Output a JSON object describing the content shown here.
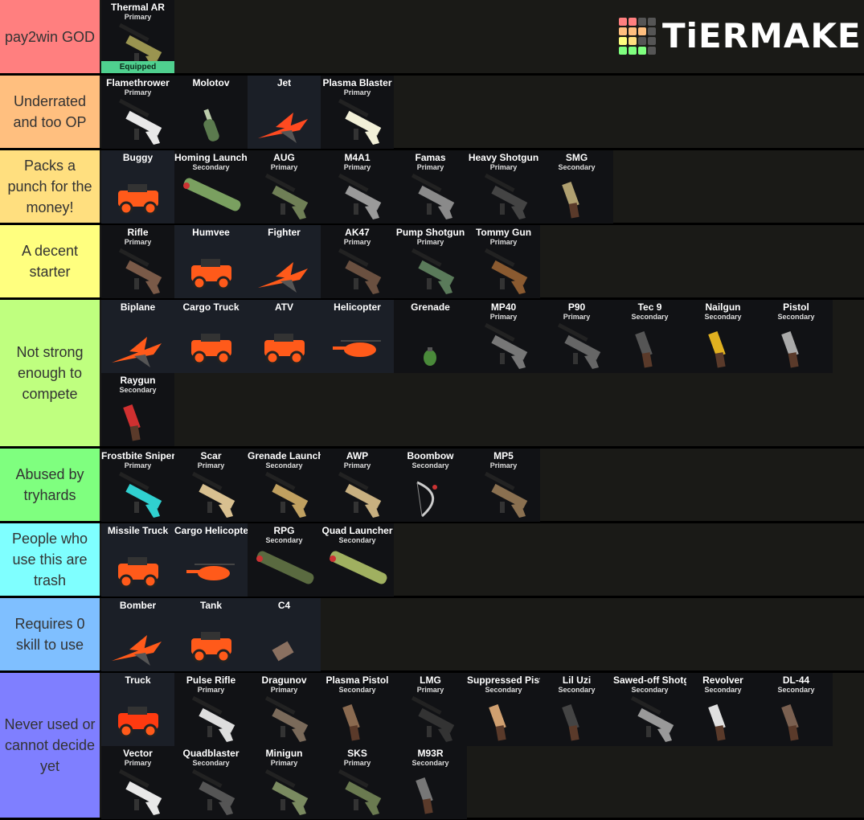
{
  "logo": {
    "text": "TiERMAKER",
    "grid_colors": [
      "#ff7f7f",
      "#ff7f7f",
      "#555555",
      "#555555",
      "#ffbf7f",
      "#ffbf7f",
      "#ffbf7f",
      "#555555",
      "#ffff7f",
      "#ffdf7f",
      "#555555",
      "#555555",
      "#7fff7f",
      "#7fff7f",
      "#7fff7f",
      "#555555"
    ]
  },
  "tiers": [
    {
      "label": "pay2win GOD",
      "color": "#ff7f7f",
      "items": [
        {
          "name": "Thermal AR",
          "type": "Primary",
          "icon": "gun",
          "color": "#9a9450",
          "badge": "Equipped"
        }
      ]
    },
    {
      "label": "Underrated and too OP",
      "color": "#ffbf7f",
      "items": [
        {
          "name": "Flamethrower",
          "type": "Primary",
          "icon": "gun",
          "color": "#e8e8e8"
        },
        {
          "name": "Molotov",
          "type": "",
          "icon": "bottle",
          "color": "#5b7a4e"
        },
        {
          "name": "Jet",
          "type": "",
          "icon": "plane",
          "color": "#ff4a20",
          "veh": true
        },
        {
          "name": "Plasma Blaster",
          "type": "Primary",
          "icon": "gun",
          "color": "#f2f0d8"
        }
      ]
    },
    {
      "label": "Packs a punch for the money!",
      "color": "#ffdf7f",
      "items": [
        {
          "name": "Buggy",
          "type": "",
          "icon": "car",
          "color": "#ff5a1a",
          "veh": true
        },
        {
          "name": "Homing Launcher",
          "type": "Secondary",
          "icon": "tube",
          "color": "#7aa060"
        },
        {
          "name": "AUG",
          "type": "Primary",
          "icon": "gun",
          "color": "#6f7f56"
        },
        {
          "name": "M4A1",
          "type": "Primary",
          "icon": "gun",
          "color": "#9a9a9a"
        },
        {
          "name": "Famas",
          "type": "Primary",
          "icon": "gun",
          "color": "#8a8a8a"
        },
        {
          "name": "Heavy Shotgun",
          "type": "Primary",
          "icon": "gun",
          "color": "#444444"
        },
        {
          "name": "SMG",
          "type": "Secondary",
          "icon": "pistol",
          "color": "#b0a070"
        }
      ]
    },
    {
      "label": "A decent starter",
      "color": "#ffff7f",
      "items": [
        {
          "name": "Rifle",
          "type": "Primary",
          "icon": "gun",
          "color": "#7a5a48"
        },
        {
          "name": "Humvee",
          "type": "",
          "icon": "car",
          "color": "#ff5a1a",
          "veh": true
        },
        {
          "name": "Fighter",
          "type": "",
          "icon": "plane",
          "color": "#ff5a1a",
          "veh": true
        },
        {
          "name": "AK47",
          "type": "Primary",
          "icon": "gun",
          "color": "#6a5040"
        },
        {
          "name": "Pump Shotgun",
          "type": "Primary",
          "icon": "gun",
          "color": "#5a7a5a"
        },
        {
          "name": "Tommy Gun",
          "type": "Primary",
          "icon": "gun",
          "color": "#8a5a30"
        }
      ]
    },
    {
      "label": "Not strong enough to compete",
      "color": "#bfff7f",
      "items": [
        {
          "name": "Biplane",
          "type": "",
          "icon": "plane",
          "color": "#ff5a1a",
          "veh": true
        },
        {
          "name": "Cargo Truck",
          "type": "",
          "icon": "car",
          "color": "#ff5a1a",
          "veh": true
        },
        {
          "name": "ATV",
          "type": "",
          "icon": "car",
          "color": "#ff5a1a",
          "veh": true
        },
        {
          "name": "Helicopter",
          "type": "",
          "icon": "heli",
          "color": "#ff5a1a",
          "veh": true
        },
        {
          "name": "Grenade",
          "type": "",
          "icon": "grenade",
          "color": "#4a8a3a"
        },
        {
          "name": "MP40",
          "type": "Primary",
          "icon": "gun",
          "color": "#777777"
        },
        {
          "name": "P90",
          "type": "Primary",
          "icon": "gun",
          "color": "#666666"
        },
        {
          "name": "Tec 9",
          "type": "Secondary",
          "icon": "pistol",
          "color": "#555555"
        },
        {
          "name": "Nailgun",
          "type": "Secondary",
          "icon": "pistol",
          "color": "#e0b020"
        },
        {
          "name": "Pistol",
          "type": "Secondary",
          "icon": "pistol",
          "color": "#aaaaaa"
        },
        {
          "name": "Raygun",
          "type": "Secondary",
          "icon": "pistol",
          "color": "#d03030"
        }
      ]
    },
    {
      "label": "Abused by tryhards",
      "color": "#7fff7f",
      "items": [
        {
          "name": "Frostbite Sniper",
          "type": "Primary",
          "icon": "gun",
          "color": "#30d0d0"
        },
        {
          "name": "Scar",
          "type": "Primary",
          "icon": "gun",
          "color": "#d8c090"
        },
        {
          "name": "Grenade Launcher",
          "type": "Secondary",
          "icon": "gun",
          "color": "#c0a060"
        },
        {
          "name": "AWP",
          "type": "Primary",
          "icon": "gun",
          "color": "#c8b080"
        },
        {
          "name": "Boombow",
          "type": "Secondary",
          "icon": "bow",
          "color": "#cccccc"
        },
        {
          "name": "MP5",
          "type": "Primary",
          "icon": "gun",
          "color": "#8a7050"
        }
      ]
    },
    {
      "label": "People who use this are trash",
      "color": "#7fffff",
      "items": [
        {
          "name": "Missile Truck",
          "type": "",
          "icon": "car",
          "color": "#ff5a1a",
          "veh": true
        },
        {
          "name": "Cargo Helicopter",
          "type": "",
          "icon": "heli",
          "color": "#ff5a1a",
          "veh": true
        },
        {
          "name": "RPG",
          "type": "Secondary",
          "icon": "tube",
          "color": "#5a6a40"
        },
        {
          "name": "Quad Launcher",
          "type": "Secondary",
          "icon": "tube",
          "color": "#a0b060"
        }
      ]
    },
    {
      "label": "Requires 0 skill to use",
      "color": "#7fbfff",
      "items": [
        {
          "name": "Bomber",
          "type": "",
          "icon": "plane",
          "color": "#ff5a1a",
          "veh": true
        },
        {
          "name": "Tank",
          "type": "",
          "icon": "car",
          "color": "#ff5a1a",
          "veh": true
        },
        {
          "name": "C4",
          "type": "",
          "icon": "box",
          "color": "#8a7060",
          "veh": true
        }
      ]
    },
    {
      "label": "Never used or cannot decide yet",
      "color": "#7f7fff",
      "items": [
        {
          "name": "Truck",
          "type": "",
          "icon": "car",
          "color": "#ff3a10",
          "veh": true
        },
        {
          "name": "Pulse Rifle",
          "type": "Primary",
          "icon": "gun",
          "color": "#dddddd"
        },
        {
          "name": "Dragunov",
          "type": "Primary",
          "icon": "gun",
          "color": "#7a6a5a"
        },
        {
          "name": "Plasma Pistol",
          "type": "Secondary",
          "icon": "pistol",
          "color": "#8a6a50"
        },
        {
          "name": "LMG",
          "type": "Primary",
          "icon": "gun",
          "color": "#333333"
        },
        {
          "name": "Suppressed Pistol",
          "type": "Secondary",
          "icon": "pistol",
          "color": "#d0a070"
        },
        {
          "name": "Lil Uzi",
          "type": "Secondary",
          "icon": "pistol",
          "color": "#444444"
        },
        {
          "name": "Sawed-off Shotgun",
          "type": "Secondary",
          "icon": "gun",
          "color": "#999999"
        },
        {
          "name": "Revolver",
          "type": "Secondary",
          "icon": "pistol",
          "color": "#e0e0e0"
        },
        {
          "name": "DL-44",
          "type": "Secondary",
          "icon": "pistol",
          "color": "#7a6050"
        },
        {
          "name": "Vector",
          "type": "Primary",
          "icon": "gun",
          "color": "#e8e8e8"
        },
        {
          "name": "Quadblaster",
          "type": "Secondary",
          "icon": "gun",
          "color": "#555555"
        },
        {
          "name": "Minigun",
          "type": "Primary",
          "icon": "gun",
          "color": "#7a8a60"
        },
        {
          "name": "SKS",
          "type": "Primary",
          "icon": "gun",
          "color": "#6a7a50"
        },
        {
          "name": "M93R",
          "type": "Secondary",
          "icon": "pistol",
          "color": "#777777"
        }
      ]
    }
  ]
}
